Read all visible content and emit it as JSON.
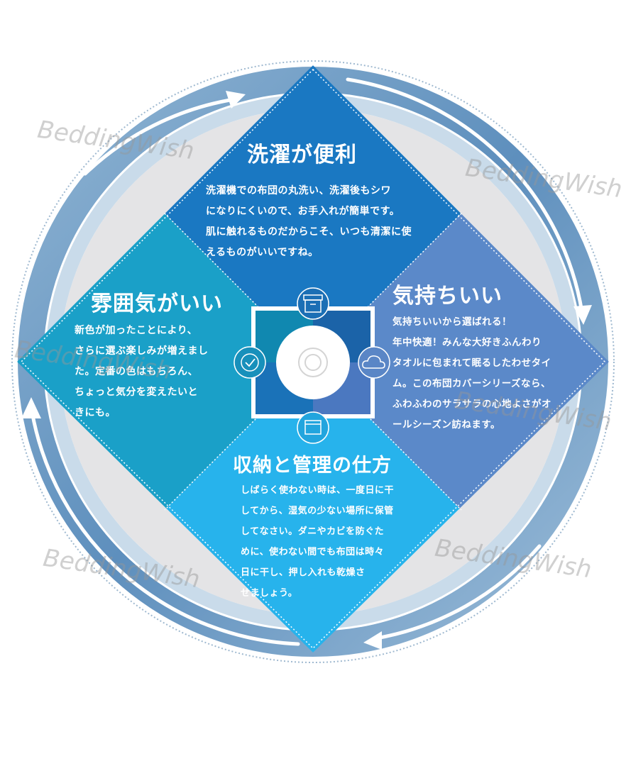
{
  "quadrants": {
    "top": {
      "title": "洗濯が便利",
      "body": "洗濯機での布団の丸洗い、洗濯後もシワ\nになりにくいので、お手入れが簡単です。\n肌に触れるものだからこそ、いつも清潔に使\nえるものがいいですね。",
      "color": "#1a78c2",
      "icon": "storage-box-icon"
    },
    "left": {
      "title": "雰囲気がいい",
      "body": "新色が加ったことにより、\nさらに選ぶ楽しみが増えまし\nた。定番の色はもちろん、\nちょっと気分を変えたいと\nきにも。",
      "color": "#1aa0c8",
      "icon": "check-circle-icon"
    },
    "right": {
      "title": "気持ちいい",
      "body": "気持ちいいから選ばれる！\n年中快適！みんな大好きふんわり\nタオルに包まれて眠るしたわせタイ\nム。この布団カバーシリーズなら、\nふわふわのサラサラの心地よさがオ\nールシーズン訪ねます。",
      "color": "#5b89c9",
      "icon": "cloud-icon"
    },
    "bottom": {
      "title": "収納と管理の仕方",
      "body": "しばらく使わない時は、一度日に干\nしてから、湿気の少ない場所に保管\nしてなさい。ダニやカビを防ぐた\nめに、使わない間でも布団は時々\n日に干し、押し入れも乾燥さ\nせましょう。",
      "color": "#27b3ec",
      "icon": "folder-icon"
    }
  },
  "center": {
    "icon": "target-icon"
  },
  "ring": {
    "outer_color": "#6f9fc6",
    "inner_color": "#a9c6dd",
    "arrow_icon": "cycle-arrow-icon"
  },
  "watermark": "BeddingWish"
}
